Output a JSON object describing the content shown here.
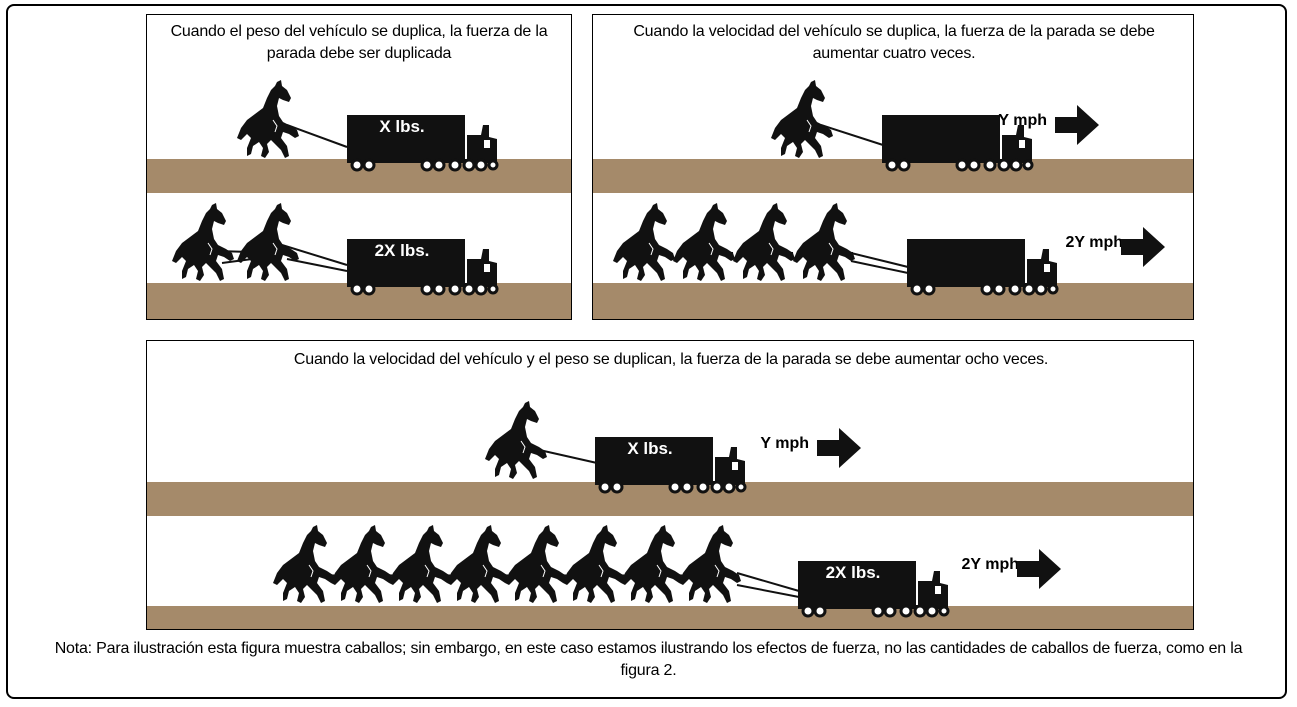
{
  "panels": {
    "weight": {
      "caption": "Cuando el peso del vehículo se duplica, la fuerza de la parada debe ser duplicada",
      "row1": {
        "truck_label": "X lbs."
      },
      "row2": {
        "truck_label": "2X lbs."
      }
    },
    "speed": {
      "caption": "Cuando la velocidad del vehículo se duplica, la fuerza de la parada se debe aumentar cuatro veces.",
      "row1": {
        "speed_label": "Y mph"
      },
      "row2": {
        "speed_label": "2Y mph"
      }
    },
    "both": {
      "caption": "Cuando la velocidad del vehículo y el peso se duplican, la fuerza de la parada se debe aumentar ocho veces.",
      "row1": {
        "truck_label": "X lbs.",
        "speed_label": "Y mph"
      },
      "row2": {
        "truck_label": "2X lbs.",
        "speed_label": "2Y mph"
      }
    }
  },
  "note": "Nota: Para ilustración esta figura muestra caballos; sin embargo, en este caso estamos ilustrando los efectos de fuerza, no las cantidades de caballos de fuerza, como en la figura 2.",
  "colors": {
    "ground": "#a58a6a",
    "silhouette": "#111111",
    "frame": "#000000"
  },
  "icons": [
    "horse-icon",
    "truck-icon",
    "arrow-right-icon"
  ]
}
